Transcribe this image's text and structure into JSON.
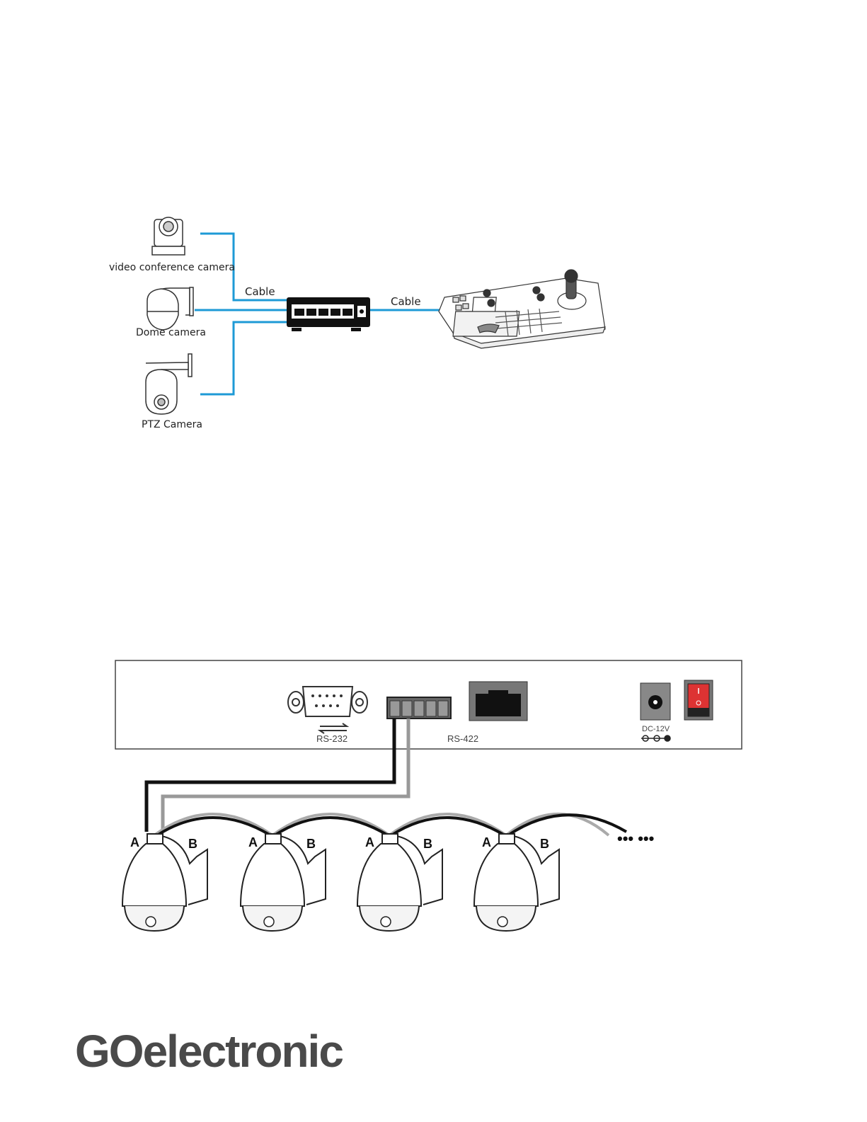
{
  "diagram1": {
    "devices": [
      "video conference camera",
      "Dome camera",
      "PTZ Camera"
    ],
    "cable_left": "Cable",
    "cable_right": "Cable",
    "colors": {
      "cable": "#1e9ad6",
      "switch": "#111111"
    }
  },
  "diagram2": {
    "ports": {
      "rs232": "RS-232",
      "rs422": "RS-422",
      "dc": "DC-12V"
    },
    "terminal_labels": [
      {
        "a": "A",
        "b": "B"
      },
      {
        "a": "A",
        "b": "B"
      },
      {
        "a": "A",
        "b": "B"
      },
      {
        "a": "A",
        "b": "B"
      }
    ],
    "continuation": "••• •••"
  },
  "logo": "GOelectronic"
}
